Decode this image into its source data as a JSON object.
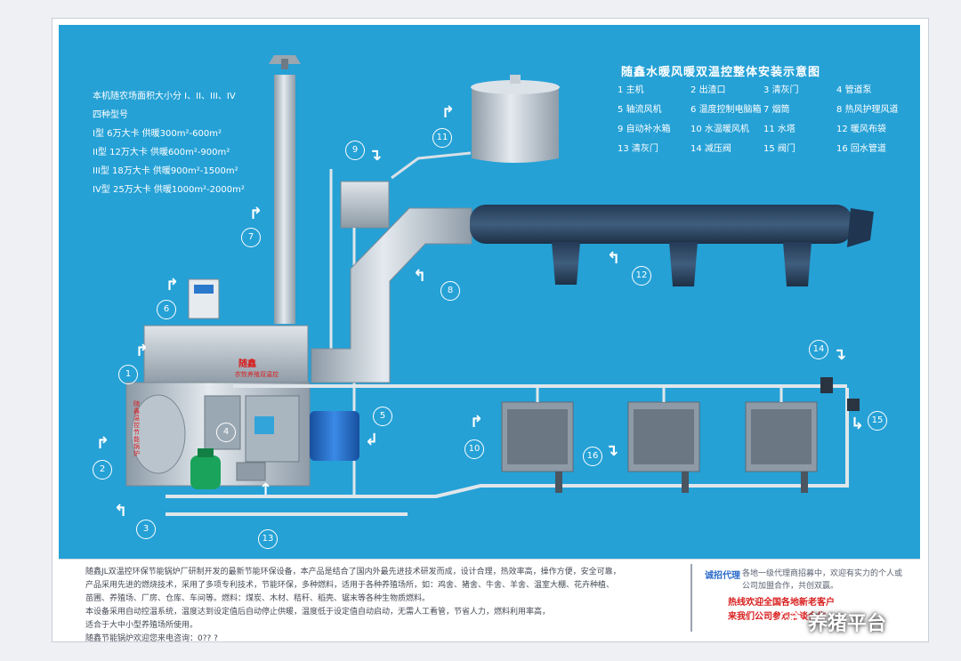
{
  "diagram": {
    "title": "随鑫水暖风暖双温控整体安装示意图",
    "legend": [
      {
        "num": "1",
        "label": "主机"
      },
      {
        "num": "2",
        "label": "出渣口"
      },
      {
        "num": "3",
        "label": "清灰门"
      },
      {
        "num": "4",
        "label": "管道泵"
      },
      {
        "num": "5",
        "label": "轴流风机"
      },
      {
        "num": "6",
        "label": "温度控制电脑箱"
      },
      {
        "num": "7",
        "label": "烟筒"
      },
      {
        "num": "8",
        "label": "热风护理风道"
      },
      {
        "num": "9",
        "label": "自动补水箱"
      },
      {
        "num": "10",
        "label": "水温暖风机"
      },
      {
        "num": "11",
        "label": "水塔"
      },
      {
        "num": "12",
        "label": "暖风布袋"
      },
      {
        "num": "13",
        "label": "清灰门"
      },
      {
        "num": "14",
        "label": "减压阀"
      },
      {
        "num": "15",
        "label": "阀门"
      },
      {
        "num": "16",
        "label": "回水管道"
      }
    ],
    "models": {
      "heading": "本机随农场面积大小分 I、II、III、IV",
      "subheading": "四种型号",
      "items": [
        "I型  6万大卡  供暖300m²-600m²",
        "II型  12万大卡  供暖600m²-900m²",
        "III型  18万大卡  供暖900m²-1500m²",
        "IV型  25万大卡  供暖1000m²-2000m²"
      ]
    },
    "boiler_label_1": "随鑫",
    "boiler_label_2": "农牧养殖双温控",
    "boiler_side_label": "随鑫温控节能锅炉"
  },
  "description": [
    "随鑫JL双温控环保节能锅炉厂研制开发的最新节能环保设备，本产品是结合了国内外最先进技术研发而成，设计合理，热效率高，操作方便，安全可靠，",
    "产品采用先进的燃烧技术，采用了多项专利技术，节能环保，多种燃料，适用于各种养殖场所，如：鸡舍、猪舍、牛舍、羊舍、温室大棚、花卉种植、",
    "苗圃、养殖场、厂房、仓库、车间等。燃料：煤炭、木材、秸秆、稻壳、锯末等各种生物质燃料。",
    "本设备采用自动控温系统，温度达到设定值后自动停止供暖，温度低于设定值自动启动，无需人工看管，节省人力，燃料利用率高，",
    "适合于大中小型养殖场所使用。",
    "随鑫节能锅炉欢迎您来电咨询：0?? ?"
  ],
  "contact": {
    "heading": "诚招代理",
    "text": "各地一级代理商招募中，欢迎有实力的个人或公司加盟合作，共创双赢。",
    "line1": "热线欢迎全国各地新老客户",
    "line2": "来我们公司参观洽谈合作"
  },
  "watermark": "养猪平台",
  "colors": {
    "panel": "#25a1d6",
    "line": "#ffffff",
    "steel": "#b7c3cc",
    "bag": "#2d4a68",
    "pump": "#1aa35a",
    "fan": "#1f6ed0",
    "accent_red": "#d81e1e"
  }
}
